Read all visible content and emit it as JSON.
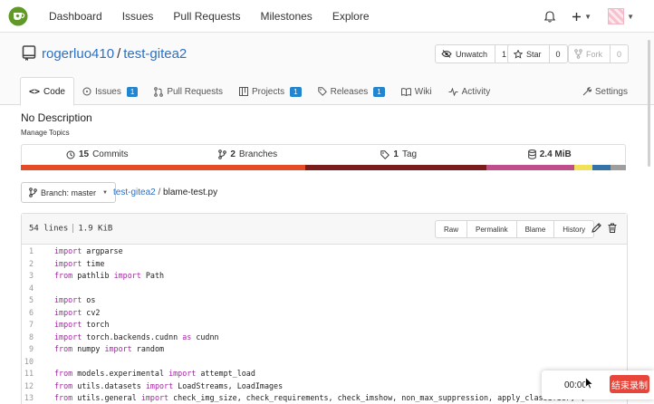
{
  "nav": {
    "items": [
      "Dashboard",
      "Issues",
      "Pull Requests",
      "Milestones",
      "Explore"
    ],
    "plus_icon": "plus-icon",
    "bell_icon": "bell-icon"
  },
  "repo": {
    "owner": "rogerluo410",
    "separator": "/",
    "name": "test-gitea2",
    "watch_label": "Unwatch",
    "watch_count": "1",
    "star_label": "Star",
    "star_count": "0",
    "fork_label": "Fork",
    "fork_count": "0"
  },
  "tabs": [
    {
      "label": "Code",
      "icon": "code-icon"
    },
    {
      "label": "Issues",
      "badge": "1",
      "icon": "issue-icon"
    },
    {
      "label": "Pull Requests",
      "icon": "pr-icon"
    },
    {
      "label": "Projects",
      "badge": "1",
      "icon": "project-icon"
    },
    {
      "label": "Releases",
      "badge": "1",
      "icon": "tag-icon"
    },
    {
      "label": "Wiki",
      "icon": "book-icon"
    },
    {
      "label": "Activity",
      "icon": "pulse-icon"
    },
    {
      "label": "Settings",
      "icon": "tools-icon"
    }
  ],
  "description": "No Description",
  "manage_topics": "Manage Topics",
  "stats": {
    "commits_count": "15",
    "commits_label": "Commits",
    "branches_count": "2",
    "branches_label": "Branches",
    "tags_count": "1",
    "tags_label": "Tag",
    "size": "2.4 MiB"
  },
  "language_bar": {
    "segments": [
      {
        "color": "#e34c26",
        "share": 0.47
      },
      {
        "color": "#7a1c1c",
        "share": 0.3
      },
      {
        "color": "#c04e8a",
        "share": 0.145
      },
      {
        "color": "#f1e05a",
        "share": 0.03
      },
      {
        "color": "#3572a5",
        "share": 0.03
      },
      {
        "color": "#9e9e9e",
        "share": 0.025
      }
    ]
  },
  "branch": {
    "label": "Branch: master"
  },
  "path": {
    "repo": "test-gitea2",
    "separator": "/",
    "file": "blame-test.py"
  },
  "file": {
    "lines": "54 lines",
    "size": "1.9 KiB",
    "buttons": [
      "Raw",
      "Permalink",
      "Blame",
      "History"
    ]
  },
  "code": [
    {
      "n": "1",
      "tokens": [
        [
          "kw",
          "import"
        ],
        [
          "",
          " argparse"
        ]
      ]
    },
    {
      "n": "2",
      "tokens": [
        [
          "kw",
          "import"
        ],
        [
          "",
          " time"
        ]
      ]
    },
    {
      "n": "3",
      "tokens": [
        [
          "kw",
          "from"
        ],
        [
          "",
          " pathlib "
        ],
        [
          "kw",
          "import"
        ],
        [
          "",
          " Path"
        ]
      ]
    },
    {
      "n": "4",
      "tokens": []
    },
    {
      "n": "5",
      "tokens": [
        [
          "kw",
          "import"
        ],
        [
          "",
          " os"
        ]
      ]
    },
    {
      "n": "6",
      "tokens": [
        [
          "kw",
          "import"
        ],
        [
          "",
          " cv2"
        ]
      ]
    },
    {
      "n": "7",
      "tokens": [
        [
          "kw",
          "import"
        ],
        [
          "",
          " torch"
        ]
      ]
    },
    {
      "n": "8",
      "tokens": [
        [
          "kw",
          "import"
        ],
        [
          "",
          " torch.backends.cudnn "
        ],
        [
          "kw",
          "as"
        ],
        [
          "",
          " cudnn"
        ]
      ]
    },
    {
      "n": "9",
      "tokens": [
        [
          "kw",
          "from"
        ],
        [
          "",
          " numpy "
        ],
        [
          "kw",
          "import"
        ],
        [
          "",
          " random"
        ]
      ]
    },
    {
      "n": "10",
      "tokens": []
    },
    {
      "n": "11",
      "tokens": [
        [
          "kw",
          "from"
        ],
        [
          "",
          " models.experimental "
        ],
        [
          "kw",
          "import"
        ],
        [
          "",
          " attempt_load"
        ]
      ]
    },
    {
      "n": "12",
      "tokens": [
        [
          "kw",
          "from"
        ],
        [
          "",
          " utils.datasets "
        ],
        [
          "kw",
          "import"
        ],
        [
          "",
          " LoadStreams, LoadImages"
        ]
      ]
    },
    {
      "n": "13",
      "tokens": [
        [
          "kw",
          "from"
        ],
        [
          "",
          " utils.general "
        ],
        [
          "kw",
          "import"
        ],
        [
          "",
          " check_img_size, check_requirements, check_imshow, non_max_suppression, apply_classifier, \\"
        ]
      ]
    }
  ],
  "recorder": {
    "time": "00:00",
    "stop_label": "结束录制"
  }
}
